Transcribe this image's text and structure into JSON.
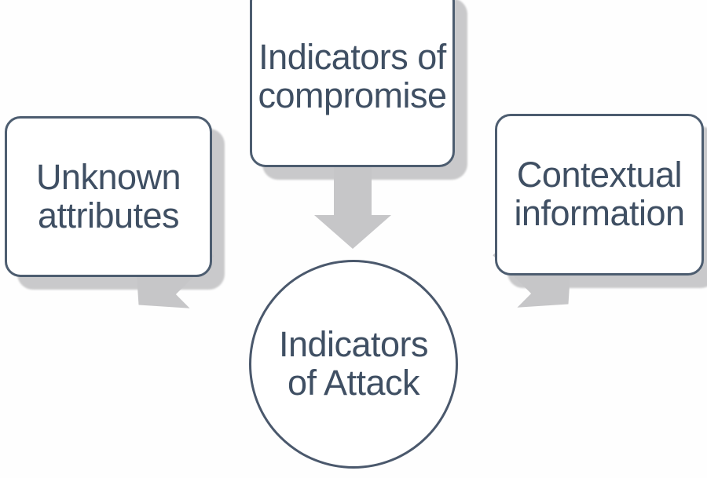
{
  "diagram": {
    "title": "Indicators of Attack contributing factors diagram",
    "type": "converging-arrows-diagram",
    "colors": {
      "background": "#fefefe",
      "node_border": "#4d5d70",
      "node_fill": "#ffffff",
      "text": "#3f4f63",
      "arrow_fill": "#c6c6c8",
      "shadow": "#c9c9cb"
    },
    "nodes": [
      {
        "id": "unknown-attributes",
        "label": "Unknown\nattributes",
        "shape": "rounded-rectangle",
        "position": "left"
      },
      {
        "id": "indicators-of-compromise",
        "label": "Indicators of\ncompromise",
        "shape": "rounded-rectangle",
        "position": "top-center"
      },
      {
        "id": "contextual-information",
        "label": "Contextual\ninformation",
        "shape": "rounded-rectangle",
        "position": "right"
      }
    ],
    "center": {
      "id": "indicators-of-attack",
      "label": "Indicators\nof Attack",
      "shape": "circle"
    },
    "arrows": [
      {
        "id": "arrow-left-to-center",
        "from": "unknown-attributes",
        "to": "indicators-of-attack",
        "direction": "down-right"
      },
      {
        "id": "arrow-top-to-center",
        "from": "indicators-of-compromise",
        "to": "indicators-of-attack",
        "direction": "down"
      },
      {
        "id": "arrow-right-to-center",
        "from": "contextual-information",
        "to": "indicators-of-attack",
        "direction": "down-left"
      }
    ]
  }
}
